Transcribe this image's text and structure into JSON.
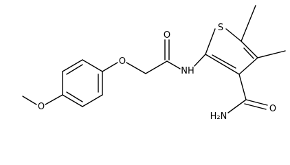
{
  "molecule": {
    "atoms": {
      "sulfur": "S",
      "carbonyl_oxygen_top": "O",
      "ether_oxygen": "O",
      "methoxy_oxygen": "O",
      "amide_nh": "NH",
      "carboxamide_oxygen": "O",
      "carboxamide_amine": "H₂N"
    }
  }
}
